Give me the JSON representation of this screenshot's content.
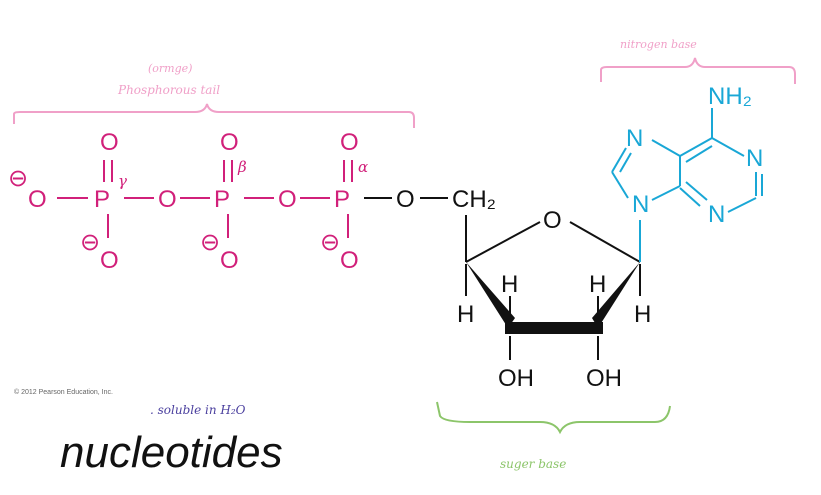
{
  "title": "nucleotides",
  "copyright": "© 2012 Pearson Education, Inc.",
  "annotations": {
    "phosphate_top": "(ormge)",
    "phosphate_label": "Phosphorous tail",
    "base_label": "nitrogen base",
    "sugar_label": "suger base",
    "solubility_note": ". soluble in H₂O"
  },
  "phosphates": {
    "gamma": "γ",
    "beta": "β",
    "alpha": "α"
  },
  "atoms": {
    "O": "O",
    "P": "P",
    "N": "N",
    "H": "H",
    "OH": "OH",
    "CH2": "CH₂",
    "NH2": "NH₂",
    "neg": "⊖"
  },
  "colors": {
    "phosphate": "#d1207a",
    "phosphate_annotation": "#f0a0c8",
    "base": "#19a7d6",
    "sugar_annotation": "#8cc56a",
    "note": "#4a3f9e"
  }
}
